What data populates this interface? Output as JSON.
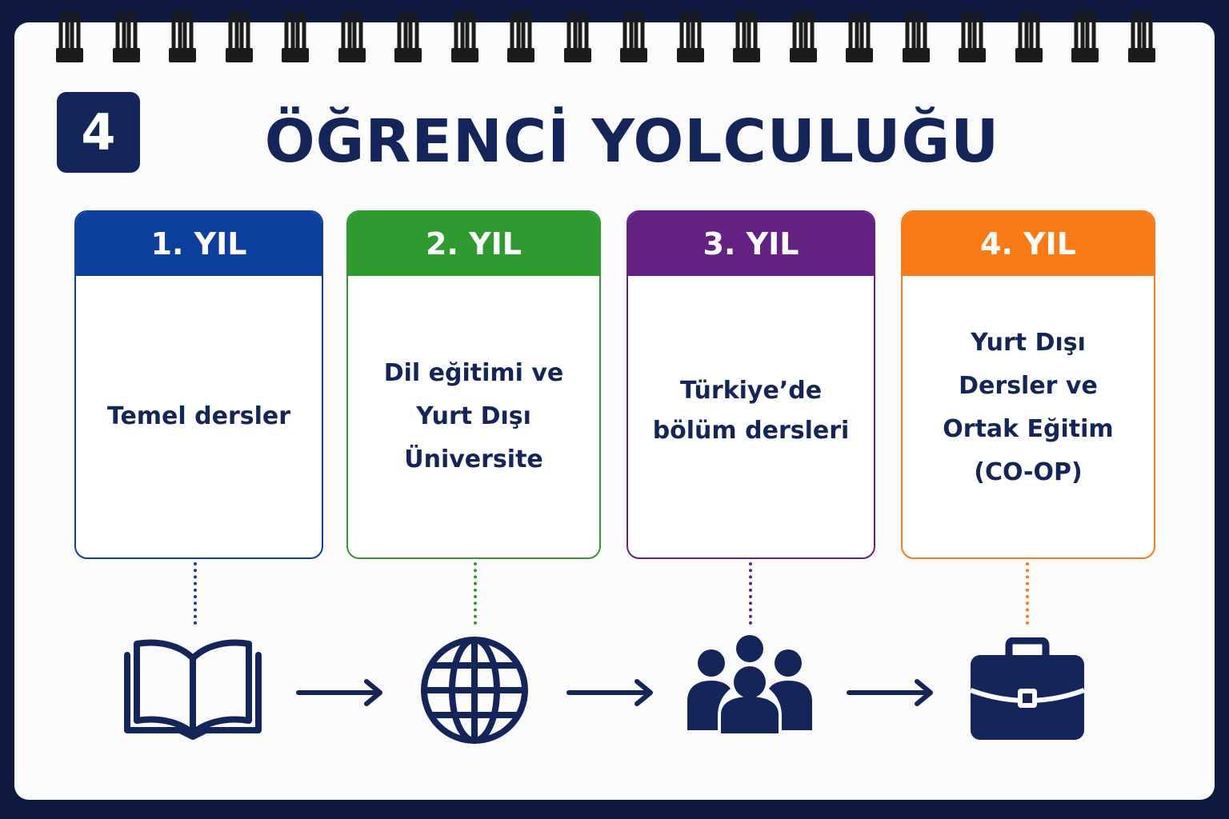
{
  "step_number": "4",
  "title": "ÖĞRENCİ YOLCULUĞU",
  "colors": {
    "navy": "#142559",
    "year1": "#0d3f9f",
    "year2": "#2f9a2f",
    "year3": "#632282",
    "year4": "#fa7a15"
  },
  "years": [
    {
      "label": "1. YIL",
      "lines": [
        "Temel dersler"
      ],
      "icon": "open-book-icon"
    },
    {
      "label": "2. YIL",
      "lines": [
        "Dil eğitimi ve",
        "Yurt Dışı",
        "Üniversite"
      ],
      "icon": "globe-icon"
    },
    {
      "label": "3. YIL",
      "lines": [
        "Türkiye’de",
        "bölüm dersleri"
      ],
      "icon": "group-people-icon"
    },
    {
      "label": "4. YIL",
      "lines": [
        "Yurt Dışı",
        "Dersler ve",
        "Ortak Eğitim",
        "(CO-OP)"
      ],
      "icon": "briefcase-icon"
    }
  ]
}
